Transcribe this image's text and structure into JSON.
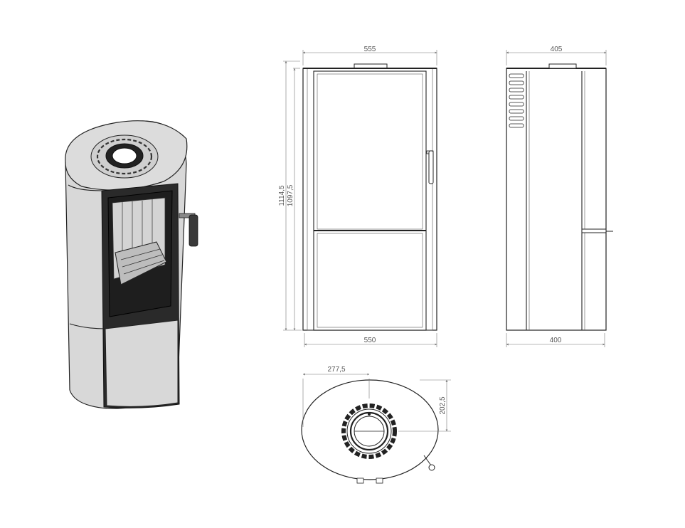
{
  "colors": {
    "line": "#222222",
    "dimension": "#777777",
    "body_fill": "#d8d8d8",
    "glass_fill": "#1e1e1e"
  },
  "dimensions": {
    "front_top_width": "555",
    "front_bottom_width": "550",
    "side_top_width": "405",
    "side_bottom_width": "400",
    "total_height": "1114,5",
    "inner_height": "1097,5",
    "top_view_offset_x": "277,5",
    "top_view_offset_y": "202,5"
  }
}
